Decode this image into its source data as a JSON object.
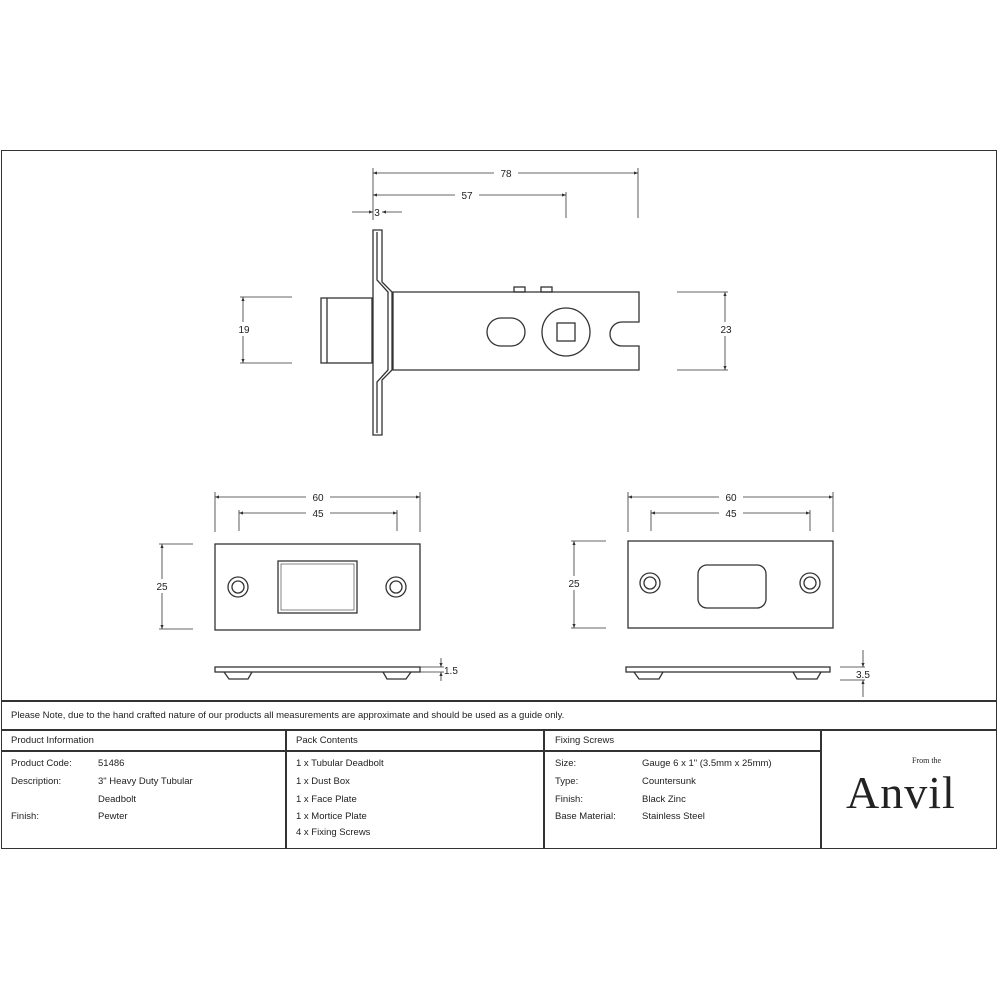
{
  "drawing": {
    "top_view": {
      "overall_length": "78",
      "backset": "57",
      "plate_thickness": "3",
      "bolt_height": "19",
      "case_height": "23"
    },
    "face_plate": {
      "width": "60",
      "hole_centres": "45",
      "height": "25",
      "thickness": "1.5"
    },
    "mortice_plate": {
      "width": "60",
      "hole_centres": "45",
      "height": "25",
      "thickness": "3.5"
    }
  },
  "note": "Please Note, due to the hand crafted nature of our products all measurements are approximate and should be used as a guide only.",
  "product_info": {
    "heading": "Product Information",
    "rows": [
      {
        "label": "Product Code:",
        "value": "51486"
      },
      {
        "label": "Description:",
        "value": "3\" Heavy Duty Tubular"
      },
      {
        "label": "",
        "value": "Deadbolt"
      },
      {
        "label": "Finish:",
        "value": "Pewter"
      }
    ]
  },
  "pack_contents": {
    "heading": "Pack Contents",
    "items": [
      "1 x Tubular Deadbolt",
      "1 x Dust Box",
      "1 x Face Plate",
      "1 x Mortice Plate",
      "4 x Fixing Screws"
    ]
  },
  "fixing_screws": {
    "heading": "Fixing Screws",
    "rows": [
      {
        "label": "Size:",
        "value": "Gauge 6 x 1\" (3.5mm x 25mm)"
      },
      {
        "label": "Type:",
        "value": "Countersunk"
      },
      {
        "label": "Finish:",
        "value": "Black Zinc"
      },
      {
        "label": "Base Material:",
        "value": "Stainless Steel"
      }
    ]
  },
  "logo": {
    "small": "From the",
    "main": "Anvil"
  }
}
